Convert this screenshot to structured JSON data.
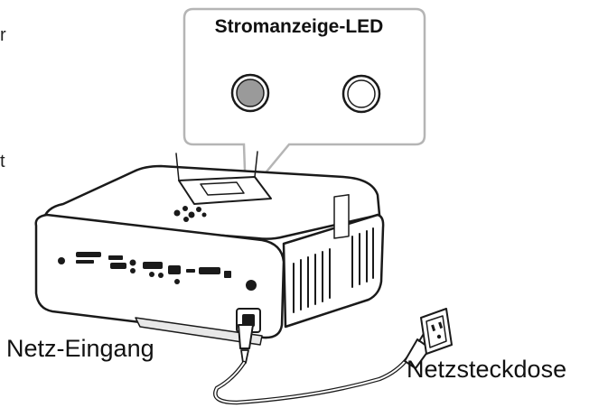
{
  "callout": {
    "title": "Stromanzeige-LED",
    "leds": [
      {
        "state": "lit",
        "color": "#9a9a9a"
      },
      {
        "state": "off",
        "color": "#ffffff"
      }
    ]
  },
  "labels": {
    "power_input": "Netz-Eingang",
    "wall_outlet": "Netzsteckdose"
  },
  "edge_fragments": [
    "r",
    "t"
  ],
  "colors": {
    "stroke": "#1a1a1a",
    "callout_border": "#b5b5b5",
    "led_lit": "#9a9a9a"
  }
}
